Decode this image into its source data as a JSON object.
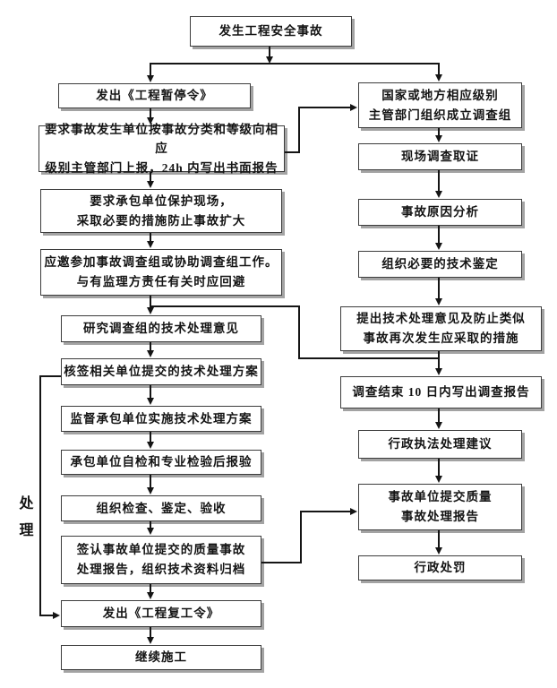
{
  "diagram_type": "flowchart",
  "language": "zh-CN",
  "colors": {
    "background": "#ffffff",
    "box_fill": "#ffffff",
    "box_border": "#3c3c3c",
    "box_shadow": "#a3a3a3",
    "line": "#151515",
    "text": "#141414"
  },
  "side_label": "处\n理",
  "nodes": {
    "start": {
      "id": "start",
      "label": "发生工程安全事故"
    },
    "left": [
      {
        "id": "l0",
        "label": "发出《工程暂停令》"
      },
      {
        "id": "l1",
        "label": "要求事故发生单位按事故分类和等级向相应\n级别主管部门上报，24h 内写出书面报告"
      },
      {
        "id": "l2",
        "label": "要求承包单位保护现场，\n采取必要的措施防止事故扩大"
      },
      {
        "id": "l3",
        "label": "应邀参加事故调查组或协助调查组工作。\n与有监理方责任有关时应回避"
      },
      {
        "id": "l4",
        "label": "研究调查组的技术处理意见"
      },
      {
        "id": "l5",
        "label": "核签相关单位提交的技术处理方案"
      },
      {
        "id": "l6",
        "label": "监督承包单位实施技术处理方案"
      },
      {
        "id": "l7",
        "label": "承包单位自检和专业检验后报验"
      },
      {
        "id": "l8",
        "label": "组织检查、鉴定、验收"
      },
      {
        "id": "l9",
        "label": "签认事故单位提交的质量事故\n处理报告，组织技术资料归档"
      },
      {
        "id": "l10",
        "label": "发出《工程复工令》"
      },
      {
        "id": "l11",
        "label": "继续施工"
      }
    ],
    "right": [
      {
        "id": "r0",
        "label": "国家或地方相应级别\n主管部门组织成立调查组"
      },
      {
        "id": "r1",
        "label": "现场调查取证"
      },
      {
        "id": "r2",
        "label": "事故原因分析"
      },
      {
        "id": "r3",
        "label": "组织必要的技术鉴定"
      },
      {
        "id": "r4",
        "label": "提出技术处理意见及防止类似\n事故再次发生应采取的措施"
      },
      {
        "id": "r5",
        "label": "调查结束 10 日内写出调查报告"
      },
      {
        "id": "r6",
        "label": "行政执法处理建议"
      },
      {
        "id": "r7",
        "label": "事故单位提交质量\n事故处理报告"
      },
      {
        "id": "r8",
        "label": "行政处罚"
      }
    ]
  },
  "edges": [
    {
      "from": "start",
      "to": "l0"
    },
    {
      "from": "start",
      "to": "r0"
    },
    {
      "from": "l0",
      "to": "l1"
    },
    {
      "from": "l1",
      "to": "r0"
    },
    {
      "from": "l1",
      "to": "l2"
    },
    {
      "from": "l2",
      "to": "l3"
    },
    {
      "from": "l3",
      "to": "l4"
    },
    {
      "from": "l4",
      "to": "l5"
    },
    {
      "from": "l5",
      "to": "l6"
    },
    {
      "from": "l6",
      "to": "l7"
    },
    {
      "from": "l7",
      "to": "l8"
    },
    {
      "from": "l8",
      "to": "l9"
    },
    {
      "from": "l9",
      "to": "l10"
    },
    {
      "from": "l10",
      "to": "l11"
    },
    {
      "from": "r0",
      "to": "r1"
    },
    {
      "from": "r1",
      "to": "r2"
    },
    {
      "from": "r2",
      "to": "r3"
    },
    {
      "from": "r3",
      "to": "r4"
    },
    {
      "from": "r4",
      "to": "r5"
    },
    {
      "from": "r5",
      "to": "r6"
    },
    {
      "from": "r6",
      "to": "r7"
    },
    {
      "from": "r7",
      "to": "r8"
    },
    {
      "from": "r4_r5_junction",
      "to": "l4"
    },
    {
      "from": "l9",
      "to": "r7"
    },
    {
      "from": "l5",
      "to": "l10",
      "label": "处理"
    }
  ]
}
